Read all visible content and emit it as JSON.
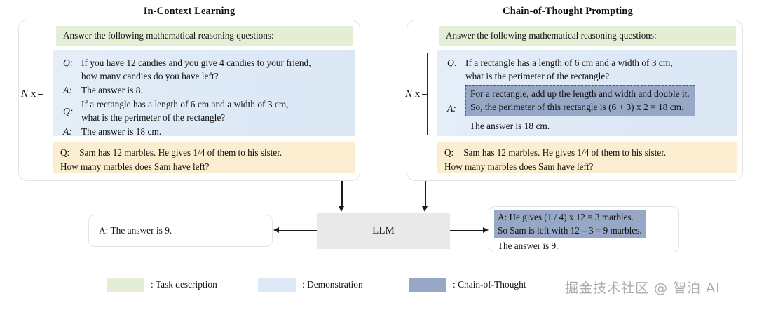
{
  "panels": [
    {
      "title": "In-Context Learning",
      "task_description": "Answer the following mathematical reasoning questions:",
      "repeat_label_italic": "N",
      "repeat_label_rest": " x",
      "demonstration": [
        {
          "tag": "Q:",
          "lines": [
            "If you have 12 candies and you give 4 candies to your friend,",
            "how many candies do you have left?"
          ]
        },
        {
          "tag": "A:",
          "lines": [
            "The answer is 8."
          ]
        },
        {
          "tag": "Q:",
          "lines": [
            "If a rectangle has a length of 6 cm and a width of 3 cm,",
            "what is the perimeter of the rectangle?"
          ]
        },
        {
          "tag": "A:",
          "lines": [
            "The answer is 18 cm."
          ]
        }
      ],
      "query": {
        "label": "Q:",
        "line1": "Sam has 12 marbles. He gives 1/4 of them to his sister.",
        "line2": "How many marbles does Sam have left?"
      }
    },
    {
      "title": "Chain-of-Thought Prompting",
      "task_description": "Answer the following mathematical reasoning questions:",
      "repeat_label_italic": "N",
      "repeat_label_rest": " x",
      "demonstration": [
        {
          "tag": "Q:",
          "lines": [
            "If a rectangle has a length of 6 cm and a width of 3 cm,",
            "what is the perimeter of the rectangle?"
          ]
        },
        {
          "tag": "A:",
          "cot_lines": [
            "For a rectangle, add up the length and width and double it.",
            "So, the perimeter of this rectangle is (6 + 3) x 2 = 18 cm."
          ],
          "plain_lines": [
            "The answer is 18 cm."
          ]
        }
      ],
      "query": {
        "label": "Q:",
        "line1": "Sam has 12 marbles. He gives 1/4 of them to his sister.",
        "line2": "How many marbles does Sam have left?"
      }
    }
  ],
  "model": {
    "label": "LLM"
  },
  "outputs": {
    "left": {
      "text": "A: The answer is 9."
    },
    "right": {
      "cot_lines": [
        "A: He gives (1 / 4) x 12 = 3 marbles.",
        "So Sam is left with 12 – 3 = 9 marbles."
      ],
      "plain_lines": [
        "The answer is 9."
      ]
    }
  },
  "legend": [
    {
      "label": ": Task description",
      "color": "#e4eed4"
    },
    {
      "label": ": Demonstration",
      "color": "#dde9f6"
    },
    {
      "label": ": Chain-of-Thought",
      "color": "#97a8c6"
    }
  ],
  "watermark": "掘金技术社区 @ 智泊 AI",
  "colors": {
    "task_description": "#e4eed4",
    "demonstration": "#dde9f6",
    "chain_of_thought": "#97a8c6",
    "query": "#fbedd0",
    "llm_box": "#e9e9e9",
    "arrow": "#1a1a1a"
  }
}
